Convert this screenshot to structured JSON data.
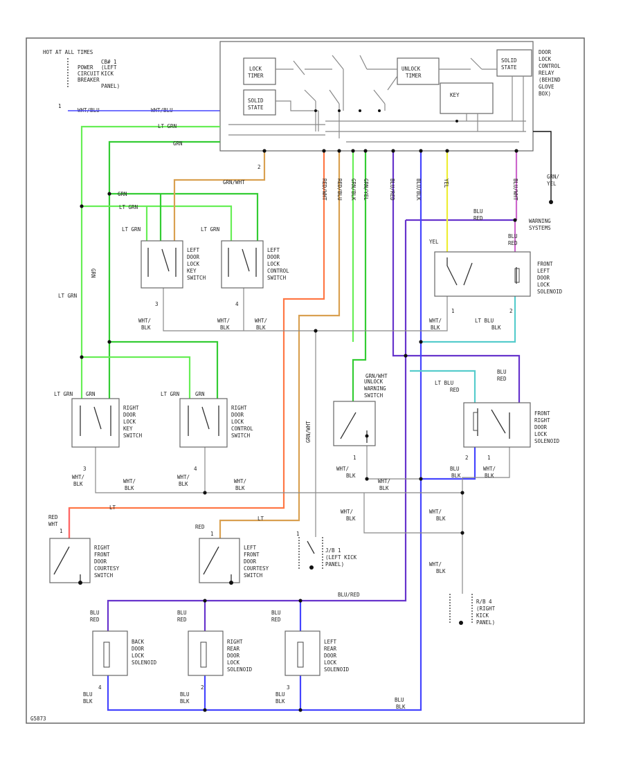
{
  "colors": {
    "lt_grn": "#66ee55",
    "grn": "#33cc33",
    "org_red": "#ff7744",
    "tan": "#d9a050",
    "purple": "#6633cc",
    "blue": "#4444ff",
    "yellow": "#eeee33",
    "pink": "#cc66cc",
    "teal": "#55cccc",
    "red": "#ff6666",
    "gray": "#888888",
    "black": "#111111"
  },
  "fuse_block": {
    "header": "HOT AT ALL TIMES",
    "labels": [
      "CB# 1",
      "POWER",
      "CIRCUIT",
      "BREAKER",
      "(LEFT",
      "KICK",
      "PANEL)"
    ],
    "wire": "WHT/BLU"
  },
  "relay_module": {
    "title_lines": [
      "DOOR",
      "LOCK",
      "CONTROL",
      "RELAY",
      "(BEHIND",
      "GLOVE",
      "BOX)"
    ],
    "lock_timer": [
      "LOCK",
      "TIMER"
    ],
    "unlock_timer": [
      "UNLOCK",
      "TIMER"
    ],
    "solid_state_left": [
      "SOLID",
      "STATE"
    ],
    "solid_state_right": [
      "SOLID",
      "STATE"
    ],
    "key": [
      "KEY"
    ]
  },
  "warning": {
    "wire": [
      "GRN/",
      "YEL"
    ],
    "label": [
      "WARNING",
      "SYSTEMS"
    ]
  },
  "wires": {
    "lt_grn": "LT GRN",
    "grn": "GRN",
    "grn_wht": "GRN/WHT",
    "blu_red": [
      "BLU",
      "RED"
    ],
    "lt_blu_red": [
      "LT BLU",
      "RED"
    ],
    "lt_blu_blk": [
      "LT BLU",
      "BLK"
    ],
    "wht_blk": [
      "WHT/",
      "BLK"
    ],
    "yel": "YEL",
    "red_wht": [
      "RED",
      "WHT"
    ],
    "red": "RED",
    "blu_blk": [
      "BLU",
      "BLK"
    ],
    "blu_red_run": "BLU/RED",
    "lt": "LT",
    "grn_vertical": "GRN/WHT",
    "vertical_labels": [
      "RED/WHT",
      "RED/BLU",
      "GRN/BLK",
      "GRN/YEL",
      "BLU/RED",
      "BLU/BLK",
      "YEL",
      "BLU/WHT"
    ]
  },
  "components": {
    "left_key_switch": [
      "LEFT",
      "DOOR",
      "LOCK",
      "KEY",
      "SWITCH"
    ],
    "left_control_switch": [
      "LEFT",
      "DOOR",
      "LOCK",
      "CONTROL",
      "SWITCH"
    ],
    "right_key_switch": [
      "RIGHT",
      "DOOR",
      "LOCK",
      "KEY",
      "SWITCH"
    ],
    "right_control_switch": [
      "RIGHT",
      "DOOR",
      "LOCK",
      "CONTROL",
      "SWITCH"
    ],
    "front_left_solenoid": [
      "FRONT",
      "LEFT",
      "DOOR",
      "LOCK",
      "SOLENOID"
    ],
    "front_right_solenoid": [
      "FRONT",
      "RIGHT",
      "DOOR",
      "LOCK",
      "SOLENOID"
    ],
    "unlock_warning_switch": [
      "UNLOCK",
      "WARNING",
      "SWITCH"
    ],
    "right_courtesy": [
      "RIGHT",
      "FRONT",
      "DOOR",
      "COURTESY",
      "SWITCH"
    ],
    "left_courtesy": [
      "LEFT",
      "FRONT",
      "DOOR",
      "COURTESY",
      "SWITCH"
    ],
    "back_solenoid": [
      "BACK",
      "DOOR",
      "LOCK",
      "SOLENOID"
    ],
    "right_rear_solenoid": [
      "RIGHT",
      "REAR",
      "DOOR",
      "LOCK",
      "SOLENOID"
    ],
    "left_rear_solenoid": [
      "LEFT",
      "REAR",
      "DOOR",
      "LOCK",
      "SOLENOID"
    ],
    "ground_left": [
      "J/B 1",
      "(LEFT KICK",
      "PANEL)"
    ],
    "ground_right": [
      "R/B 4",
      "(RIGHT",
      "KICK",
      "PANEL)"
    ]
  },
  "pins": {
    "p1": "1",
    "p2": "2",
    "p3": "3",
    "p4": "4"
  },
  "footer_code": "G5873"
}
